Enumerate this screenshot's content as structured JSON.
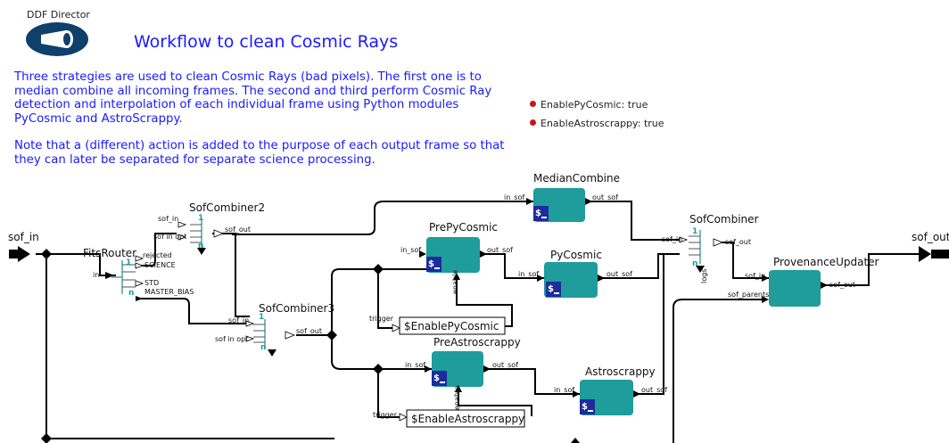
{
  "director": {
    "label": "DDF Director",
    "icon": "director-icon"
  },
  "title": "Workflow to clean Cosmic Rays",
  "description": [
    "Three strategies are used to clean Cosmic Rays (bad pixels). The first one is to median combine all incoming frames. The second and third perform Cosmic Ray detection and interpolation of each individual frame using Python modules PyCosmic and AstroScrappy.",
    "Note that a (different) action is added to the purpose of each output frame so that they can later be separated for separate science processing."
  ],
  "parameters": [
    {
      "label": "EnablePyCosmic: true"
    },
    {
      "label": "EnableAstroscrappy: true"
    }
  ],
  "colors": {
    "actor": "#1f9c9c",
    "text_blue": "#1a1aff",
    "param_dot": "#c41818",
    "terminal_icon": "#1c2b9e"
  },
  "io": {
    "input": "sof_in",
    "output": "sof_out"
  },
  "actors": {
    "median_combine": {
      "name": "MedianCombine",
      "in": "in_sof",
      "out": "out_sof"
    },
    "pre_pycosmic": {
      "name": "PrePyCosmic",
      "in": "in_sof",
      "out": "out_sof",
      "side": "enable"
    },
    "pycosmic": {
      "name": "PyCosmic",
      "in": "in_sof",
      "out": "out_sof"
    },
    "pre_astroscrappy": {
      "name": "PreAstroscrappy",
      "in": "in_sof",
      "out": "out_sof",
      "side": "enable"
    },
    "astroscrappy": {
      "name": "Astroscrappy",
      "in": "in_sof",
      "out": "out_sof"
    },
    "provenance_updater": {
      "name": "ProvenanceUpdater",
      "in1": "sof_in",
      "in2": "sof_parents",
      "out": "sof_out"
    }
  },
  "combiners": {
    "sof_combiner2": {
      "name": "SofCombiner2",
      "in1": "sof_in",
      "in2": "sof in opt",
      "out": "sof_out",
      "count": "1",
      "n": "n"
    },
    "sof_combiner3": {
      "name": "SofCombiner3",
      "in1": "sof_in",
      "in2": "sof in opt",
      "out": "sof_out",
      "count": "1",
      "n": "n"
    },
    "sof_combiner": {
      "name": "SofCombiner",
      "in1": "sof_in",
      "out": "sof_out",
      "logs": "logs",
      "count": "1",
      "n": "n"
    }
  },
  "router": {
    "name": "FitsRouter",
    "in": "in",
    "ports": [
      "rejected",
      "SCIENCE",
      "STD",
      "MASTER_BIAS"
    ],
    "count": "1",
    "n": "n"
  },
  "expressions": {
    "enable_pycosmic": {
      "label": "$EnablePyCosmic",
      "trigger": "trigger"
    },
    "enable_astroscrappy": {
      "label": "$EnableAstroscrappy",
      "trigger": "trigger"
    }
  }
}
